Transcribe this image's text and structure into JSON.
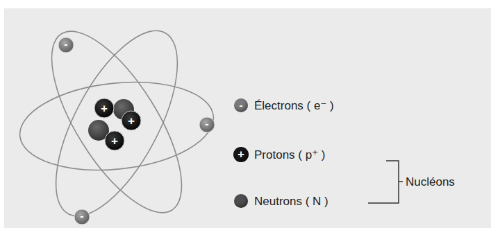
{
  "diagram": {
    "labels": [
      "+",
      "+",
      "+",
      "-",
      "-",
      "-",
      "-",
      "+",
      "Nucléons"
    ],
    "legend": [
      {
        "text": "Électrons ( e⁻ )",
        "color": "#7a7a7a"
      },
      {
        "text": "Protons ( p⁺ )",
        "color": "#151515"
      },
      {
        "text": "Neutrons ( N )",
        "color": "#4e4e4e"
      }
    ]
  }
}
